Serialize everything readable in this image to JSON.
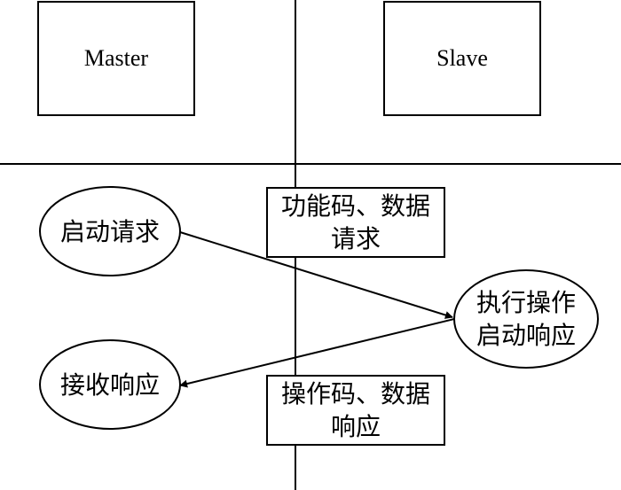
{
  "diagram": {
    "master_label": "Master",
    "slave_label": "Slave",
    "nodes": {
      "start_request": "启动请求",
      "receive_response": "接收响应",
      "execute": {
        "line1": "执行操作",
        "line2": "启动响应"
      }
    },
    "messages": {
      "request": {
        "line1": "功能码、数据",
        "line2": "请求"
      },
      "response": {
        "line1": "操作码、数据",
        "line2": "响应"
      }
    }
  },
  "colors": {
    "stroke": "#000000",
    "fill": "#ffffff",
    "text": "#000000"
  }
}
